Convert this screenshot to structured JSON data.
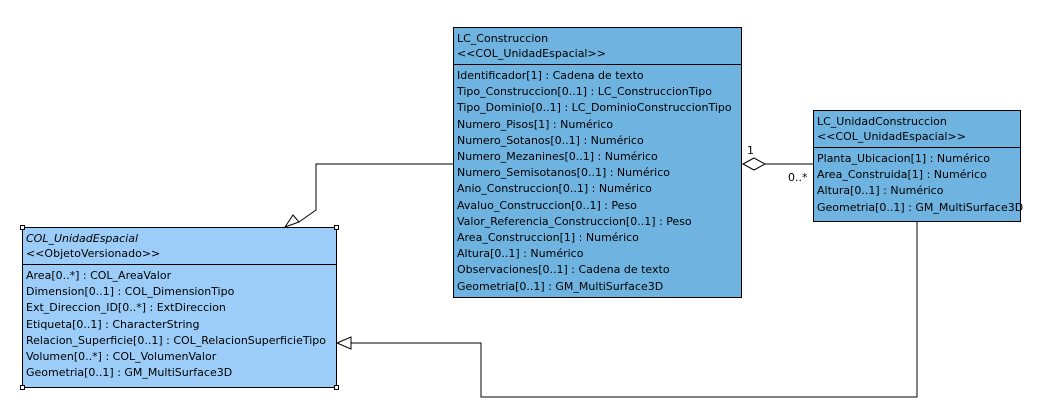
{
  "classes": {
    "construccion": {
      "name": "LC_Construccion",
      "stereotype": "<<COL_UnidadEspacial>>",
      "attributes": [
        "Identificador[1] : Cadena de texto",
        "Tipo_Construccion[0..1] : LC_ConstruccionTipo",
        "Tipo_Dominio[0..1] : LC_DominioConstruccionTipo",
        "Numero_Pisos[1] : Numérico",
        "Numero_Sotanos[0..1] : Numérico",
        "Numero_Mezanines[0..1] : Numérico",
        "Numero_Semisotanos[0..1] : Numérico",
        "Anio_Construccion[0..1] : Numérico",
        "Avaluo_Construccion[0..1] : Peso",
        "Valor_Referencia_Construccion[0..1] : Peso",
        "Area_Construccion[1] : Numérico",
        "Altura[0..1] : Numérico",
        "Observaciones[0..1] : Cadena de texto",
        "Geometria[0..1] : GM_MultiSurface3D"
      ]
    },
    "unidad_construccion": {
      "name": "LC_UnidadConstruccion",
      "stereotype": "<<COL_UnidadEspacial>>",
      "attributes": [
        "Planta_Ubicacion[1] : Numérico",
        "Area_Construida[1] : Numérico",
        "Altura[0..1] : Numérico",
        "Geometria[0..1] : GM_MultiSurface3D"
      ]
    },
    "unidad_espacial": {
      "name": "COL_UnidadEspacial",
      "stereotype": "<<ObjetoVersionado>>",
      "attributes": [
        "Area[0..*] : COL_AreaValor",
        "Dimension[0..1] : COL_DimensionTipo",
        "Ext_Direccion_ID[0..*] : ExtDireccion",
        "Etiqueta[0..1] : CharacterString",
        "Relacion_Superficie[0..1] : COL_RelacionSuperficieTipo",
        "Volumen[0..*] : COL_VolumenValor",
        "Geometria[0..1] : GM_MultiSurface3D"
      ]
    }
  },
  "aggregation": {
    "multiplicity_whole": "1",
    "multiplicity_part": "0..*"
  },
  "colors": {
    "class_fill": "#6fb3e0",
    "abstract_class_fill": "#9ccdf8",
    "line": "#000000"
  }
}
